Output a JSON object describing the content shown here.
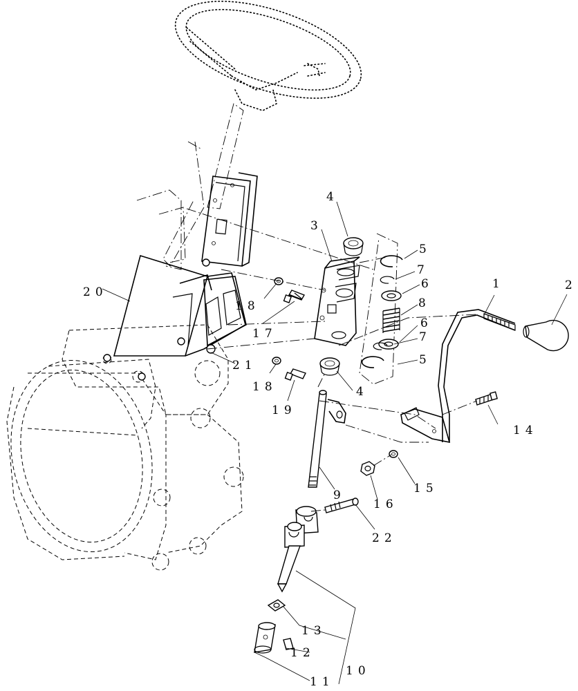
{
  "callouts": {
    "c1": "1",
    "c2": "2",
    "c3": "3",
    "c4a": "4",
    "c4b": "4",
    "c5a": "5",
    "c5b": "5",
    "c6a": "6",
    "c6b": "6",
    "c7a": "7",
    "c7b": "7",
    "c8": "8",
    "c9": "9",
    "c10": "10",
    "c11": "11",
    "c12": "12",
    "c13": "13",
    "c14": "14",
    "c15": "15",
    "c16": "16",
    "c17": "17",
    "c18a": "18",
    "c18b": "18",
    "c19": "19",
    "c20": "20",
    "c21": "21",
    "c22": "22"
  }
}
